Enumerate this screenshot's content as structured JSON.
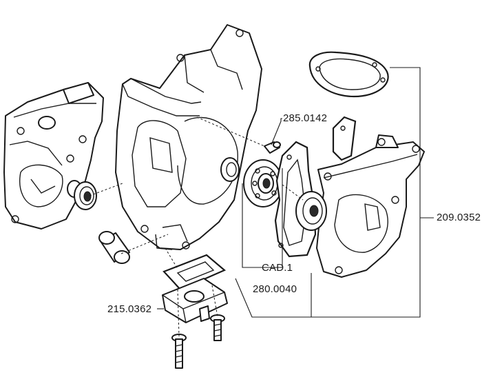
{
  "labels": {
    "part_285": "285.0142",
    "part_209": "209.0352",
    "part_cad": "CAD.1",
    "part_280": "280.0040",
    "part_215": "215.0362"
  }
}
